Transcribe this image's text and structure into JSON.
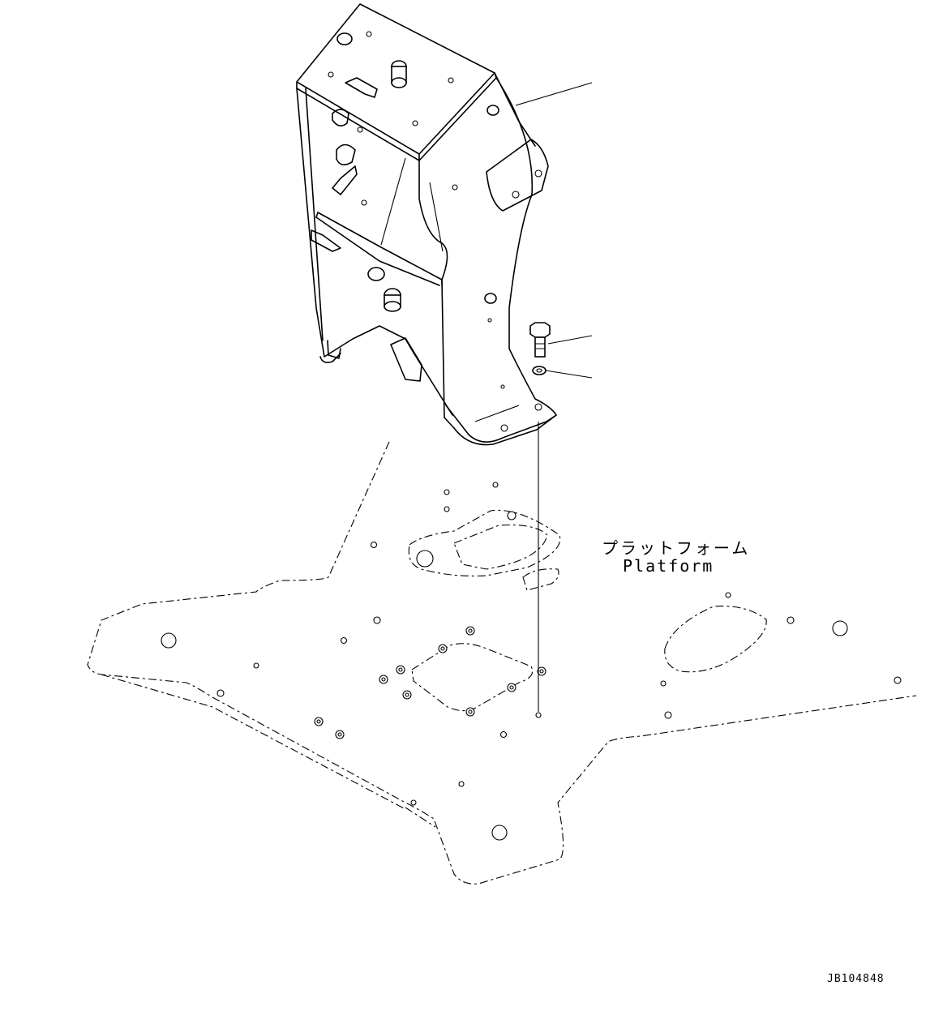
{
  "labels": {
    "platform_jp": "プラットフォーム",
    "platform_en": "Platform"
  },
  "drawing_id": "JB104848",
  "icons": [
    "bracket-stand",
    "bolt",
    "washer",
    "platform-plate"
  ]
}
